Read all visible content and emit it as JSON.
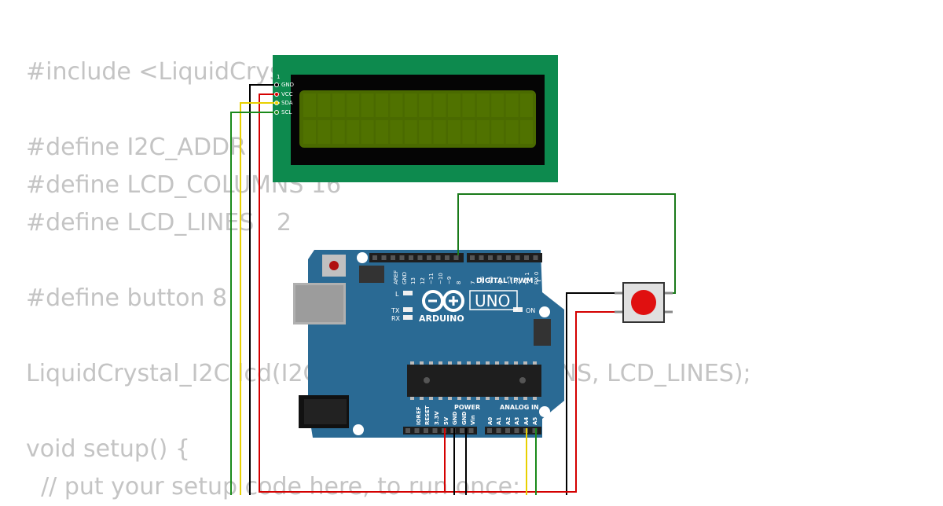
{
  "code_lines": [
    "#include <LiquidCrystal_I2C.h>",
    "",
    "#define I2C_ADDR    0x27",
    "#define LCD_COLUMNS 16",
    "#define LCD_LINES   2",
    "",
    "#define button 8",
    "",
    "LiquidCrystal_I2C lcd(I2C_ADDR, LCD_COLUMNS, LCD_LINES);",
    "",
    "void setup() {",
    "  // put your setup code here, to run once:"
  ],
  "lcd": {
    "pins": [
      "GND",
      "VCC",
      "SDA",
      "SCL"
    ],
    "pin_marker": "1",
    "body_color": "#0d8a4e",
    "screen_color": "#4a6a00"
  },
  "arduino": {
    "brand": "ARDUINO",
    "model": "UNO",
    "on_label": "ON",
    "l_label": "L",
    "tx_label": "TX",
    "rx_label": "RX",
    "digital_header": "DIGITAL (PWM ~)",
    "digital_pins": [
      "AREF",
      "GND",
      "13",
      "12",
      "~11",
      "~10",
      "~9",
      "8",
      "7",
      "~6",
      "~5",
      "4",
      "~3",
      "2",
      "TX 1",
      "RX 0"
    ],
    "power_header": "POWER",
    "power_pins": [
      "IOREF",
      "RESET",
      "3.3V",
      "5V",
      "GND",
      "GND",
      "Vin"
    ],
    "analog_header": "ANALOG IN",
    "analog_pins": [
      "A0",
      "A1",
      "A2",
      "A3",
      "A4",
      "A5"
    ],
    "board_color": "#2a6a94"
  },
  "wire_colors": {
    "gnd": "#000000",
    "vcc": "#d40000",
    "sda": "#e8d000",
    "scl": "#1a8a1a",
    "button": "#1a7a1a"
  },
  "button_cap_color": "#e01010"
}
